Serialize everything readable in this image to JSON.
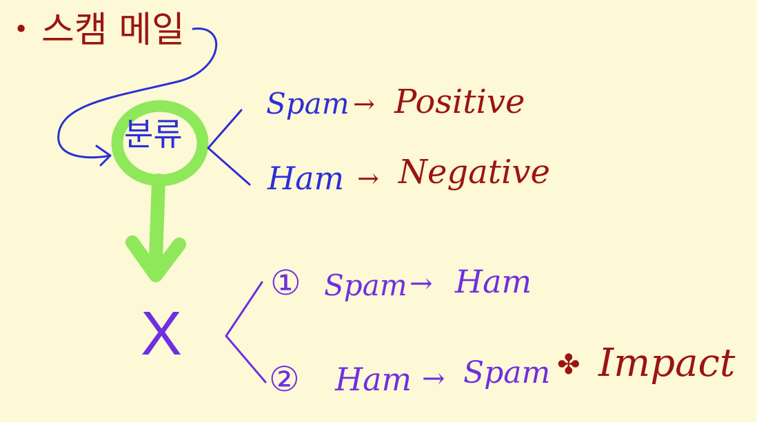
{
  "colors": {
    "background": "#fdf8d6",
    "red_ink": "#9a1512",
    "blue_ink": "#2c2fd6",
    "purple_ink": "#6f2fe0",
    "green_highlight": "#8ee85a"
  },
  "notes": {
    "title_bullet": "•",
    "title": "스캠 메일",
    "center_word": "분류",
    "spam": "Spam",
    "arrow": "→",
    "positive": "Positive",
    "ham": "Ham",
    "negative": "Negative",
    "case1_num": "①",
    "case1_from": "Spam",
    "case1_to": "Ham",
    "wrong_mark": "X",
    "case2_num": "②",
    "case2_from": "Ham",
    "case2_to": "Spam",
    "impact_mark": "✤",
    "impact": "Impact"
  }
}
